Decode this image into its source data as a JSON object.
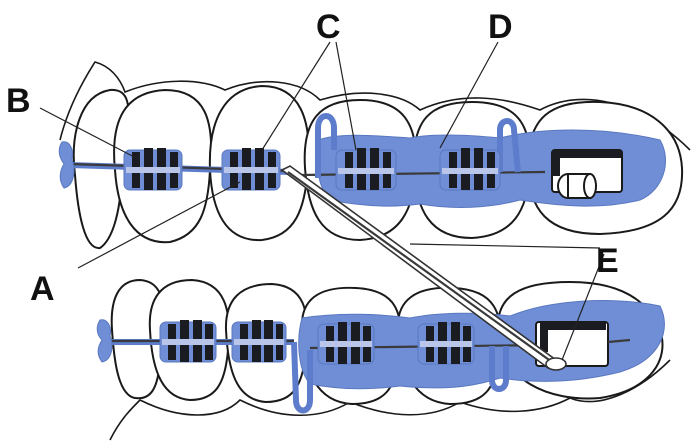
{
  "labels": {
    "a": "A",
    "b": "B",
    "c": "C",
    "d": "D",
    "e": "E"
  },
  "colors": {
    "appliance_blue": "#6f8ed6",
    "bracket_dark": "#1b1b22",
    "outline": "#1a1a1a",
    "background": "#ffffff"
  }
}
